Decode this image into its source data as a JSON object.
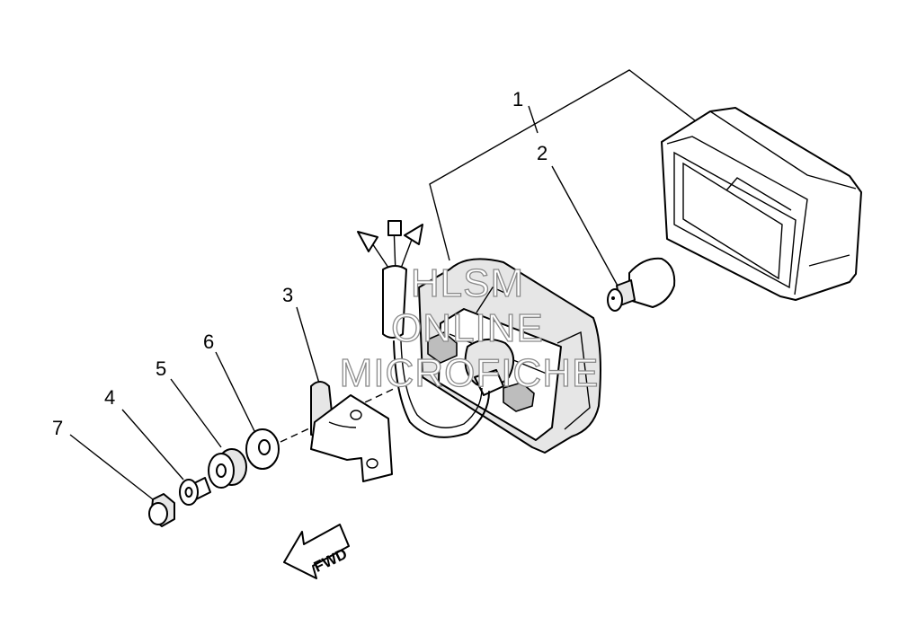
{
  "diagram": {
    "callouts": [
      "1",
      "2",
      "3",
      "4",
      "5",
      "6",
      "7"
    ],
    "direction_label": "FWD",
    "watermark": [
      "HLSM",
      "ONLINE",
      "MICROFICHE"
    ]
  }
}
